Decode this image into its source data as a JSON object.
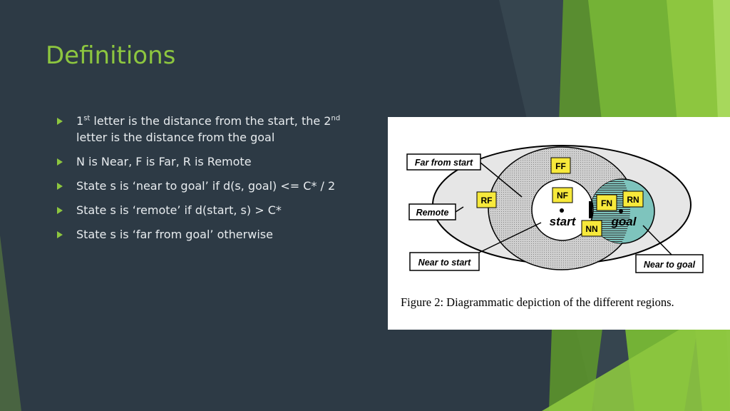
{
  "slide": {
    "title": "Definitions",
    "bullets": [
      {
        "parts": [
          "1",
          "st",
          " letter is the distance from the start, the 2",
          "nd"
        ],
        "line2": "letter is the distance from the goal"
      },
      {
        "text": "N is Near, F is Far, R is Remote"
      },
      {
        "text": "State s is ‘near to goal’ if d(s, goal) <= C* / 2"
      },
      {
        "text": "State s is ‘remote’ if d(start, s) > C*"
      },
      {
        "text": "State s is ‘far from goal’ otherwise"
      }
    ]
  },
  "figure": {
    "caption": "Figure 2: Diagrammatic depiction of the different regions.",
    "callouts": {
      "far_from_start": "Far from start",
      "remote": "Remote",
      "near_to_start": "Near to start",
      "near_to_goal": "Near to goal"
    },
    "region_labels": {
      "ff": "FF",
      "rf": "RF",
      "nf": "NF",
      "fn": "FN",
      "rn": "RN",
      "nn": "NN"
    },
    "points": {
      "start": "start",
      "goal": "goal"
    }
  },
  "colors": {
    "background": "#2d3a45",
    "accent_green": "#8dc63f",
    "label_yellow": "#f7e93b",
    "goal_teal": "#7ec4bd"
  }
}
